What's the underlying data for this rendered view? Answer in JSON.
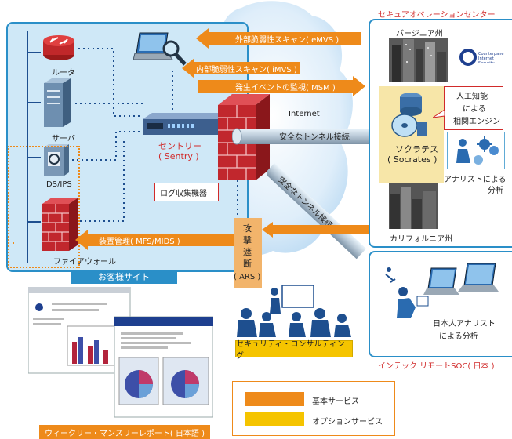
{
  "customer_site": {
    "label": "お客様サイト",
    "devices": {
      "router": "ルータ",
      "server": "サーバ",
      "ids": "IDS/IPS",
      "firewall": "ファイアウォール"
    },
    "sentry": {
      "name": "セントリー",
      "sub": "( Sentry )",
      "caption": "ログ収集機器"
    }
  },
  "soc": {
    "title": "セキュアオペレーションセンター",
    "virginia": "バージニア州",
    "california": "カリフォルニア州",
    "brand": "Counterpane Internet Security",
    "ai": {
      "line1": "人工知能",
      "line2": "による",
      "line3": "相関エンジン"
    },
    "socrates": {
      "name": "ソクラテス",
      "sub": "( Socrates )"
    },
    "analyst": {
      "line1": "アナリストによる",
      "line2": "分析"
    }
  },
  "internet": {
    "label": "Internet",
    "tunnel_label": "安全なトンネル接続",
    "tunnel_diag": "安全なトンネル接続"
  },
  "services": {
    "emvs": "外部脆弱性スキャン( eMVS )",
    "imvs": "内部脆弱性スキャン( iMVS )",
    "msm": "発生イベントの監視( MSM )",
    "mfs": "装置管理( MFS/MIDS )",
    "ars": {
      "c1": "攻",
      "c2": "撃",
      "c3": "遮",
      "c4": "断",
      "sub": "( ARS )"
    }
  },
  "intec": {
    "title": "インテック リモートSOC( 日本 )",
    "analyst": {
      "line1": "日本人アナリスト",
      "line2": "による分析"
    }
  },
  "consulting": "セキュリティ・コンサルティング",
  "reports": "ウィークリー・マンスリーレポート( 日本語 )",
  "legend": {
    "basic": "基本サービス",
    "option": "オプションサービス"
  },
  "colors": {
    "basic": "#ee8a1a",
    "option": "#f5c400",
    "panel": "#2a8fc8",
    "panel_fill": "#cfe8f7"
  }
}
